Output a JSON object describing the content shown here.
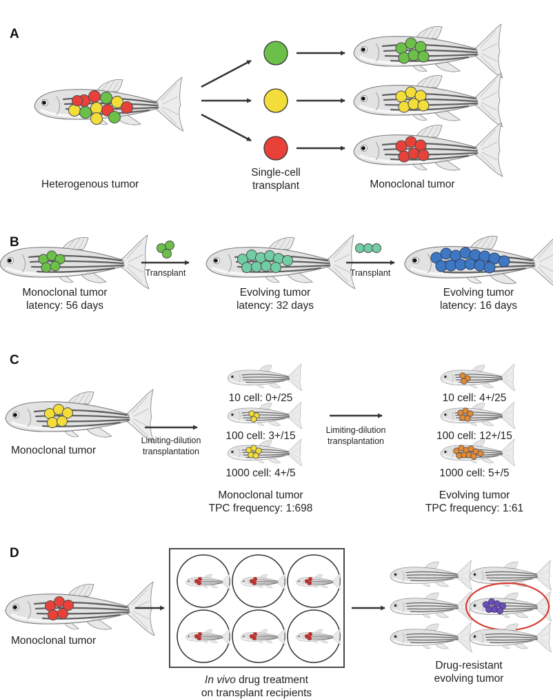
{
  "colors": {
    "green": "#6cc04a",
    "yellow": "#f2dd3a",
    "red": "#e8413a",
    "teal": "#72cda4",
    "blue": "#3f78c2",
    "orange": "#e58a34",
    "purple": "#6a4fb5",
    "dark_red": "#b8322f",
    "highlight_ring": "#d73a2f",
    "arrow": "#333333"
  },
  "panel_a": {
    "letter": "A",
    "heterogenous_label": "Heterogenous tumor",
    "single_cell_label_1": "Single-cell",
    "single_cell_label_2": "transplant",
    "monoclonal_label": "Monoclonal tumor"
  },
  "panel_b": {
    "letter": "B",
    "transplant_1": "Transplant",
    "transplant_2": "Transplant",
    "stage_1_title": "Monoclonal tumor",
    "stage_1_latency": "latency: 56 days",
    "stage_2_title": "Evolving tumor",
    "stage_2_latency": "latency: 32 days",
    "stage_3_title": "Evolving tumor",
    "stage_3_latency": "latency: 16 days"
  },
  "panel_c": {
    "letter": "C",
    "donor_label": "Monoclonal tumor",
    "ld_1_line1": "Limiting-dilution",
    "ld_1_line2": "transplantation",
    "ld_2_line1": "Limiting-dilution",
    "ld_2_line2": "transplantation",
    "mono_results": [
      "10 cell: 0+/25",
      "100 cell: 3+/15",
      "1000 cell: 4+/5"
    ],
    "mono_title": "Monoclonal tumor",
    "mono_freq": "TPC frequency: 1:698",
    "evo_results": [
      "10 cell: 4+/25",
      "100 cell: 12+/15",
      "1000 cell: 5+/5"
    ],
    "evo_title": "Evolving tumor",
    "evo_freq": "TPC frequency: 1:61"
  },
  "panel_d": {
    "letter": "D",
    "donor_label": "Monoclonal tumor",
    "drug_italic": "In vivo",
    "drug_rest": " drug treatment",
    "drug_line2": "on transplant recipients",
    "resistant_line1": "Drug-resistant",
    "resistant_line2": "evolving tumor"
  }
}
